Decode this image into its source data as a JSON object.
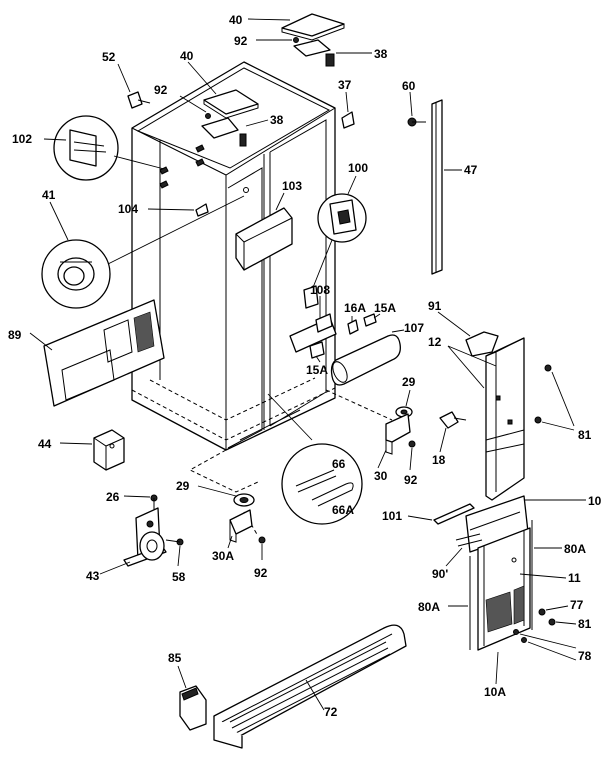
{
  "diagram": {
    "labels": {
      "l40a": "40",
      "l92a": "92",
      "l38a": "38",
      "l52": "52",
      "l40b": "40",
      "l92b": "92",
      "l37": "37",
      "l60": "60",
      "l38b": "38",
      "l102": "102",
      "l47": "47",
      "l100": "100",
      "l103": "103",
      "l104": "104",
      "l41": "41",
      "l108": "108",
      "l16a": "16A",
      "l15a1": "15A",
      "l107": "107",
      "l15a2": "15A",
      "l89": "89",
      "l91": "91",
      "l12": "12",
      "l81a": "81",
      "l29a": "29",
      "l18": "18",
      "l44": "44",
      "l66": "66",
      "l66a": "66A",
      "l30": "30",
      "l92c": "92",
      "l26": "26",
      "l29b": "29",
      "l10": "10",
      "l101": "101",
      "l80a1": "80A",
      "l90": "90'",
      "l11": "11",
      "l30a": "30A",
      "l92d": "92",
      "l43": "43",
      "l58": "58",
      "l80a2": "80A",
      "l77": "77",
      "l81b": "81",
      "l78": "78",
      "l85": "85",
      "l72": "72",
      "l10a": "10A"
    }
  }
}
